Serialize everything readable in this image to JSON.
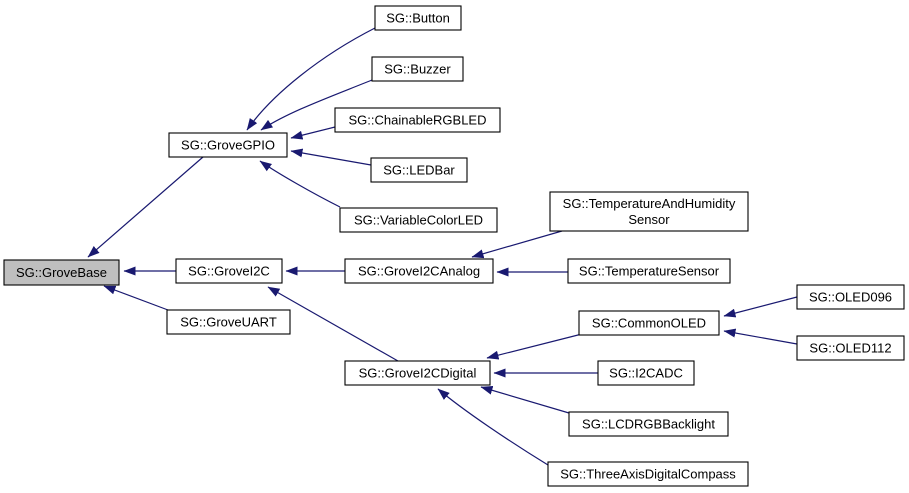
{
  "colors": {
    "background": "#ffffff",
    "arrow": "#191970",
    "node_border": "#000000",
    "node_fill": "#ffffff",
    "highlighted_node_fill": "#bfbfbf",
    "text": "#000000"
  },
  "diagram": {
    "type": "class-inheritance-graph",
    "highlighted_class": "SG::GroveBase",
    "nodes": [
      {
        "id": "grovebase",
        "lines": [
          "SG::GroveBase"
        ],
        "highlighted": true
      },
      {
        "id": "grovegpio",
        "lines": [
          "SG::GroveGPIO"
        ],
        "highlighted": false
      },
      {
        "id": "button",
        "lines": [
          "SG::Button"
        ],
        "highlighted": false
      },
      {
        "id": "buzzer",
        "lines": [
          "SG::Buzzer"
        ],
        "highlighted": false
      },
      {
        "id": "chainablergbled",
        "lines": [
          "SG::ChainableRGBLED"
        ],
        "highlighted": false
      },
      {
        "id": "ledbar",
        "lines": [
          "SG::LEDBar"
        ],
        "highlighted": false
      },
      {
        "id": "variablecolorled",
        "lines": [
          "SG::VariableColorLED"
        ],
        "highlighted": false
      },
      {
        "id": "grovei2c",
        "lines": [
          "SG::GroveI2C"
        ],
        "highlighted": false
      },
      {
        "id": "groveuart",
        "lines": [
          "SG::GroveUART"
        ],
        "highlighted": false
      },
      {
        "id": "grovei2canalog",
        "lines": [
          "SG::GroveI2CAnalog"
        ],
        "highlighted": false
      },
      {
        "id": "temperatureandhumiditysensor",
        "lines": [
          "SG::TemperatureAndHumidity",
          "Sensor"
        ],
        "highlighted": false
      },
      {
        "id": "temperaturesensor",
        "lines": [
          "SG::TemperatureSensor"
        ],
        "highlighted": false
      },
      {
        "id": "commonoled",
        "lines": [
          "SG::CommonOLED"
        ],
        "highlighted": false
      },
      {
        "id": "oled096",
        "lines": [
          "SG::OLED096"
        ],
        "highlighted": false
      },
      {
        "id": "oled112",
        "lines": [
          "SG::OLED112"
        ],
        "highlighted": false
      },
      {
        "id": "grovei2cdigital",
        "lines": [
          "SG::GroveI2CDigital"
        ],
        "highlighted": false
      },
      {
        "id": "i2cadc",
        "lines": [
          "SG::I2CADC"
        ],
        "highlighted": false
      },
      {
        "id": "lcdrgbbacklight",
        "lines": [
          "SG::LCDRGBBacklight"
        ],
        "highlighted": false
      },
      {
        "id": "threeaxisdigitalcompass",
        "lines": [
          "SG::ThreeAxisDigitalCompass"
        ],
        "highlighted": false
      }
    ],
    "edges": [
      {
        "from": "button",
        "to": "grovegpio"
      },
      {
        "from": "buzzer",
        "to": "grovegpio"
      },
      {
        "from": "chainablergbled",
        "to": "grovegpio"
      },
      {
        "from": "ledbar",
        "to": "grovegpio"
      },
      {
        "from": "variablecolorled",
        "to": "grovegpio"
      },
      {
        "from": "grovegpio",
        "to": "grovebase"
      },
      {
        "from": "grovei2c",
        "to": "grovebase"
      },
      {
        "from": "groveuart",
        "to": "grovebase"
      },
      {
        "from": "grovei2canalog",
        "to": "grovei2c"
      },
      {
        "from": "grovei2cdigital",
        "to": "grovei2c"
      },
      {
        "from": "temperatureandhumiditysensor",
        "to": "grovei2canalog"
      },
      {
        "from": "temperaturesensor",
        "to": "grovei2canalog"
      },
      {
        "from": "commonoled",
        "to": "grovei2cdigital"
      },
      {
        "from": "oled096",
        "to": "commonoled"
      },
      {
        "from": "oled112",
        "to": "commonoled"
      },
      {
        "from": "i2cadc",
        "to": "grovei2cdigital"
      },
      {
        "from": "lcdrgbbacklight",
        "to": "grovei2cdigital"
      },
      {
        "from": "threeaxisdigitalcompass",
        "to": "grovei2cdigital"
      }
    ]
  }
}
